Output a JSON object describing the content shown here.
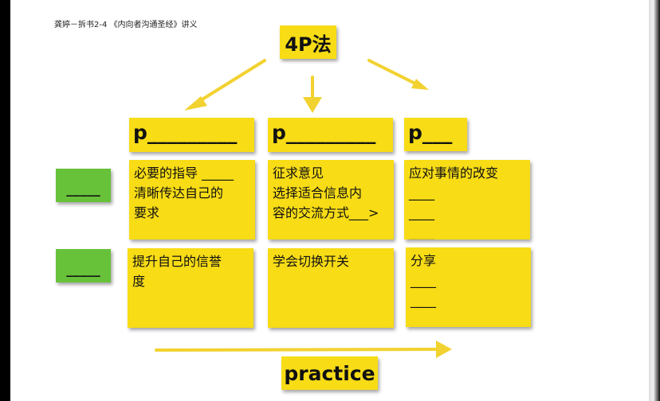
{
  "header": "龚婷－拆书2-4 《内向者沟通圣经》讲义",
  "title": "4P法",
  "p_headers": [
    "p_________",
    "p_________",
    "p___"
  ],
  "row_labels": [
    "_____",
    "_____"
  ],
  "cells": {
    "r1c1": "必要的指导 _____\n清晰传达自己的\n要求",
    "r1c2": "征求意见\n选择适合信息内\n容的交流方式___>",
    "r1c3": "应对事情的改变\n____\n____\n____",
    "r2c1": "提升自己的信誉\n度",
    "r2c2": "学会切换开关",
    "r2c3": "分享\n____\n____"
  },
  "practice": "practice",
  "colors": {
    "sticky": "#f7dc16",
    "green": "#67c23a",
    "arrow": "#f2d230"
  }
}
